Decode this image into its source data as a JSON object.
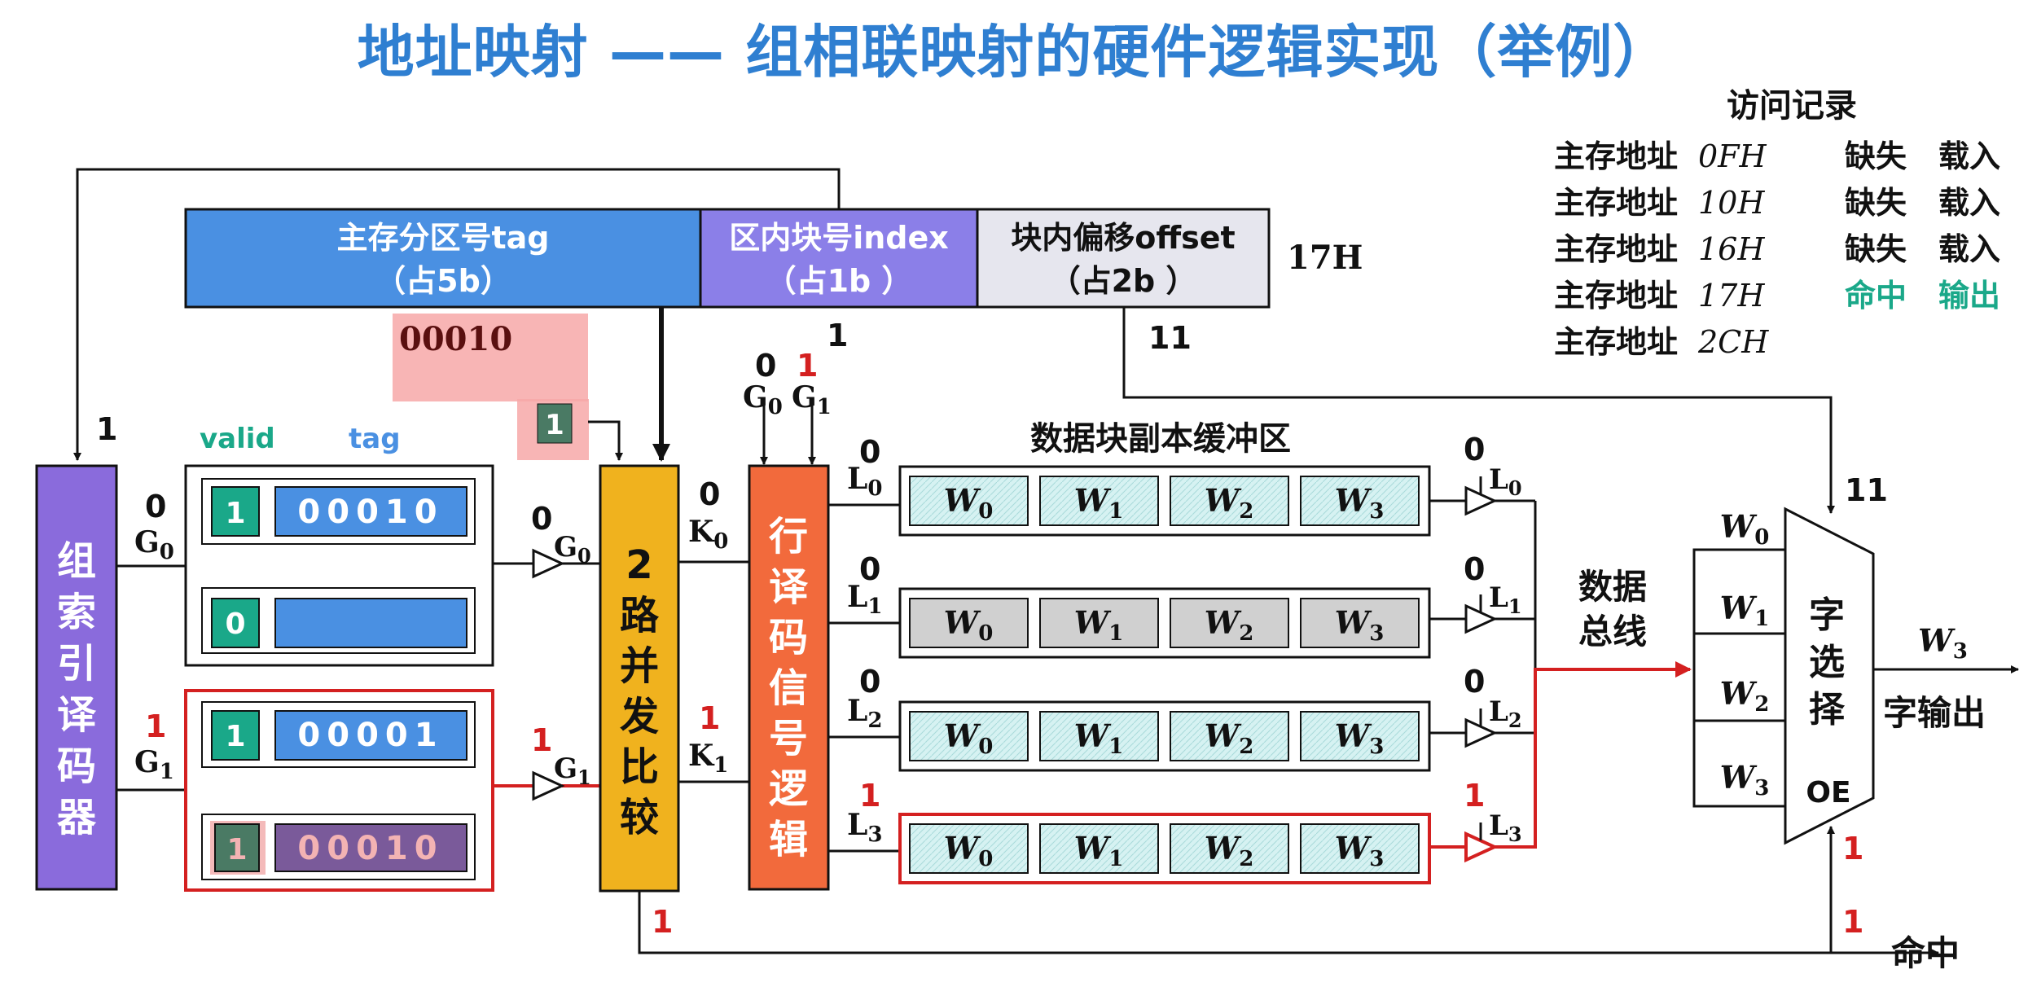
{
  "title": "地址映射 —— 组相联映射的硬件逻辑实现（举例）",
  "address": {
    "tag_label": "主存分区号tag",
    "tag_size": "（占5b）",
    "index_label": "区内块号index",
    "index_size": "（占1b ）",
    "offset_label": "块内偏移offset",
    "offset_size": "（占2b ）",
    "value": "17H",
    "tag_value": "00010",
    "index_value": "1",
    "offset_value": "11",
    "compare_bit": "1"
  },
  "access_record": {
    "title": "访问记录",
    "rows": [
      {
        "addr": "主存地址",
        "hex": "0FH",
        "result": "缺失",
        "action": "载入"
      },
      {
        "addr": "主存地址",
        "hex": "10H",
        "result": "缺失",
        "action": "载入"
      },
      {
        "addr": "主存地址",
        "hex": "16H",
        "result": "缺失",
        "action": "载入"
      },
      {
        "addr": "主存地址",
        "hex": "17H",
        "result": "命中",
        "action": "输出"
      },
      {
        "addr": "主存地址",
        "hex": "2CH",
        "result": "",
        "action": ""
      }
    ]
  },
  "decoder": {
    "label": "组索引译码器",
    "input_bit": "1"
  },
  "tag_store": {
    "valid_header": "valid",
    "tag_header": "tag",
    "sets": [
      {
        "signal": "G0",
        "value": "0",
        "lines": [
          {
            "valid": "1",
            "tag": "00010"
          },
          {
            "valid": "0",
            "tag": ""
          }
        ]
      },
      {
        "signal": "G1",
        "value": "1",
        "lines": [
          {
            "valid": "1",
            "tag": "00001"
          },
          {
            "valid": "1",
            "tag": "00010"
          }
        ]
      }
    ]
  },
  "comparator": {
    "label": "2路并发比较",
    "k0": "K0",
    "k0_value": "0",
    "k1": "K1",
    "k1_value": "1",
    "hit_bit": "1"
  },
  "row_decoder": {
    "label": "行译码信号逻辑",
    "g0": "G0",
    "g0_value": "0",
    "g1": "G1",
    "g1_value": "1"
  },
  "data_buffer": {
    "title": "数据块副本缓冲区",
    "rows": [
      {
        "line": "L0",
        "in_value": "0",
        "out_value": "0",
        "words": [
          "W0",
          "W1",
          "W2",
          "W3"
        ]
      },
      {
        "line": "L1",
        "in_value": "0",
        "out_value": "0",
        "words": [
          "W0",
          "W1",
          "W2",
          "W3"
        ]
      },
      {
        "line": "L2",
        "in_value": "0",
        "out_value": "0",
        "words": [
          "W0",
          "W1",
          "W2",
          "W3"
        ]
      },
      {
        "line": "L3",
        "in_value": "1",
        "out_value": "1",
        "words": [
          "W0",
          "W1",
          "W2",
          "W3"
        ]
      }
    ]
  },
  "data_bus": "数据总线",
  "word_select": {
    "label": "字选择",
    "oe": "OE",
    "inputs": [
      "W0",
      "W1",
      "W2",
      "W3"
    ],
    "sel_value": "11",
    "oe_value": "1"
  },
  "output": {
    "word": "W3",
    "label": "字输出"
  },
  "hit": {
    "label": "命中",
    "value": "1"
  },
  "colors": {
    "title": "#2f7fd1",
    "tag_field": "#4a90e2",
    "index_field": "#8b7fe8",
    "offset_field": "#e6e6ee",
    "decoder": "#8a6bdc",
    "comparator": "#f0b21e",
    "row_decoder": "#f26a3c",
    "valid_green": "#1aa889",
    "highlight_red": "#d42020"
  }
}
